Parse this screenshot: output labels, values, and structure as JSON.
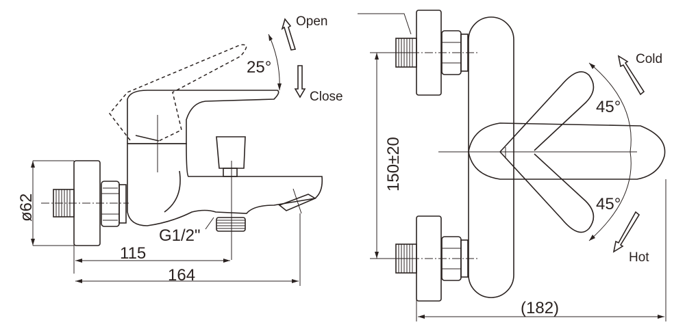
{
  "side_view": {
    "open_label": "Open",
    "close_label": "Close",
    "lever_angle": "25°",
    "diameter": "ø62",
    "thread": "G1/2\"",
    "dim_inlet_to_diverter": "115",
    "dim_overall_depth": "164"
  },
  "front_view": {
    "dim_center_distance": "150±20",
    "cold_label": "Cold",
    "hot_label": "Hot",
    "cold_angle": "45°",
    "hot_angle": "45°",
    "dim_overall_width": "(182)"
  },
  "colors": {
    "line": "#2a2220",
    "background": "#ffffff"
  }
}
